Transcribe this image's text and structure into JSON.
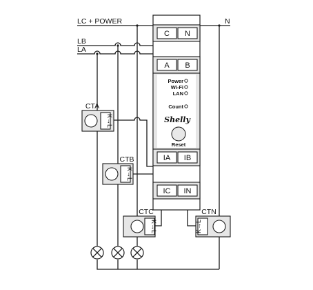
{
  "lines": {
    "lc_power": "LC + POWER",
    "n": "N",
    "lb": "LB",
    "la": "LA"
  },
  "device": {
    "terminals_top": [
      "C",
      "N"
    ],
    "terminals_ab": [
      "A",
      "B"
    ],
    "indicators": [
      "Power",
      "Wi-Fi",
      "LAN",
      "Count"
    ],
    "logo": "Shelly",
    "reset": "Reset",
    "terminals_ct1": [
      "IA",
      "IB"
    ],
    "terminals_ct2": [
      "IC",
      "IN"
    ]
  },
  "cts": {
    "a": "CTA",
    "b": "CTB",
    "c": "CTC",
    "n": "CTN",
    "kl": "K→L"
  }
}
